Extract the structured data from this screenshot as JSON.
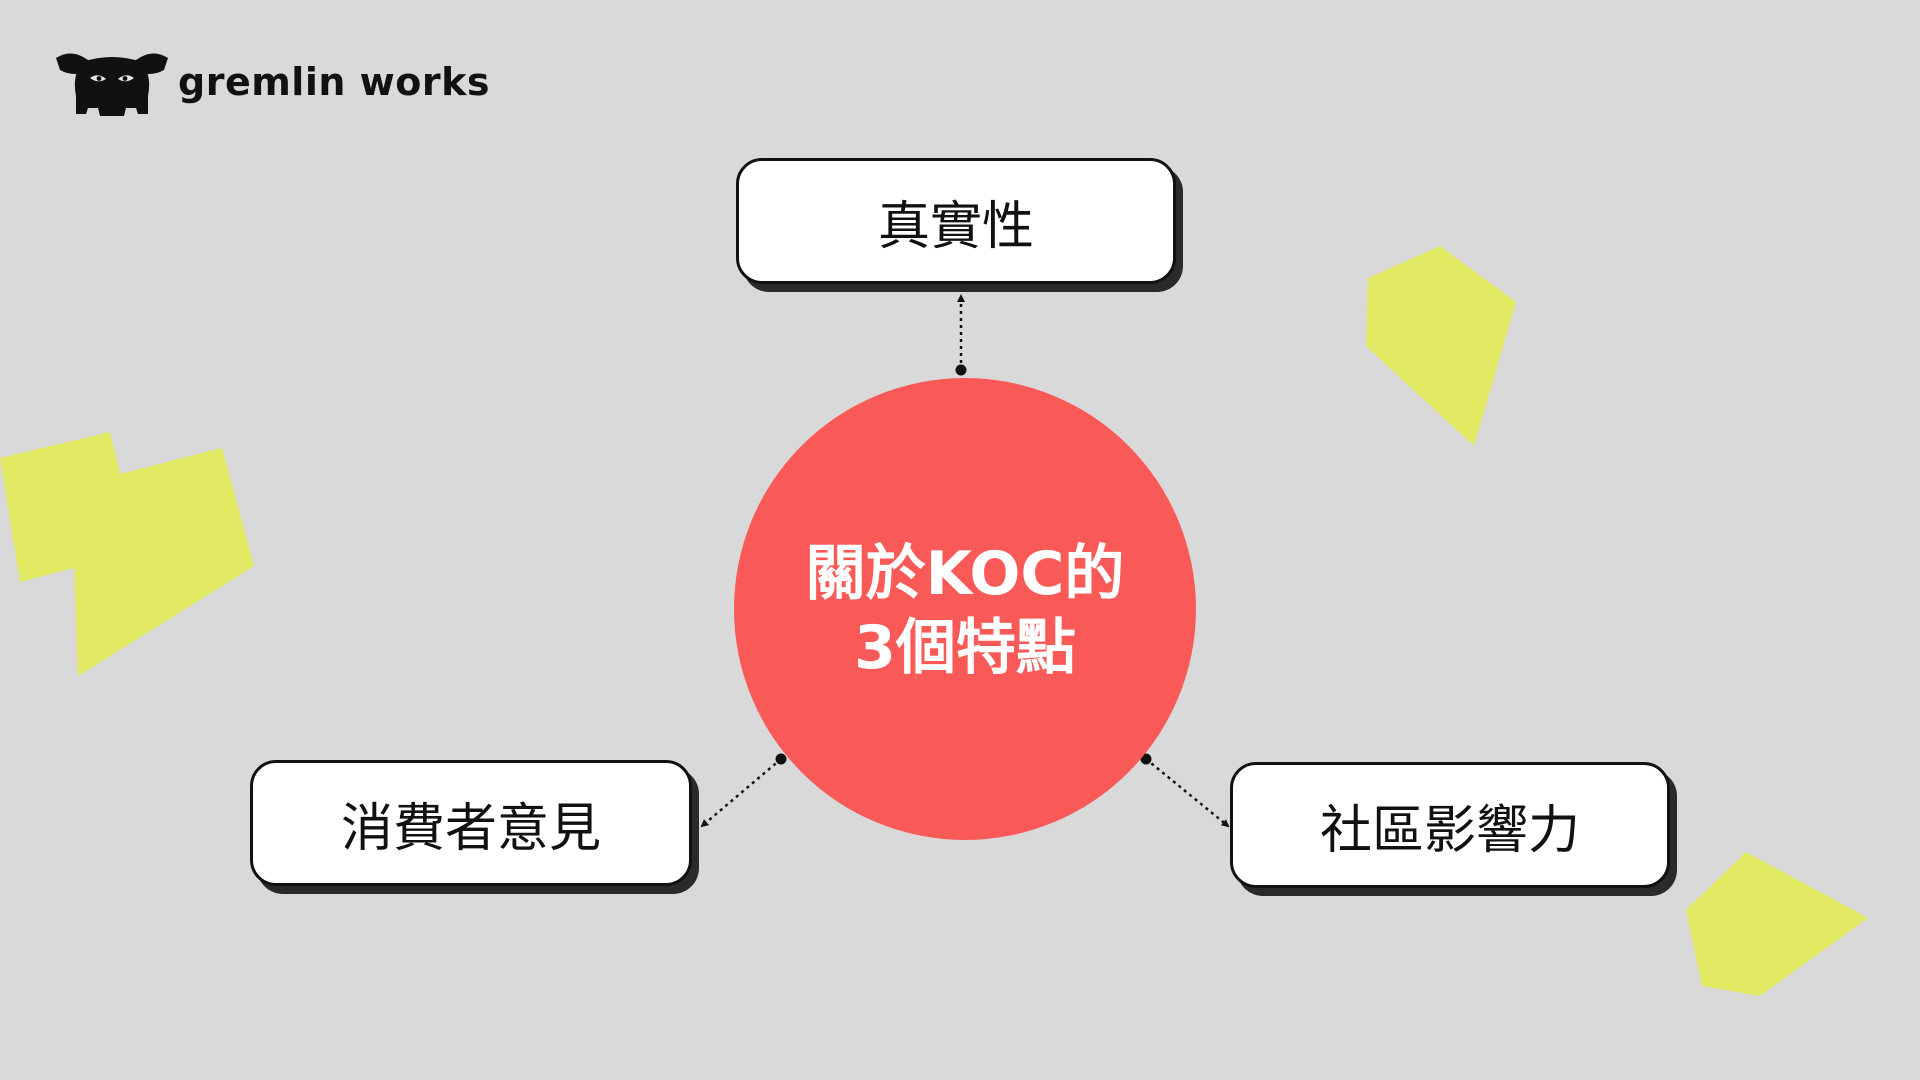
{
  "brand": {
    "logo_text": "gremlin works"
  },
  "diagram": {
    "center_lines": [
      "關於KOC的",
      "3個特點"
    ],
    "nodes": {
      "top": "真實性",
      "left": "消費者意見",
      "right": "社區影響力"
    }
  },
  "colors": {
    "background": "#d9d9d9",
    "center_circle": "#f95a58",
    "accent_shapes": "#e2e962",
    "node_fill": "#ffffff",
    "ink": "#111111"
  },
  "icons": {
    "logo_mark": "gremlin-creature-icon"
  }
}
